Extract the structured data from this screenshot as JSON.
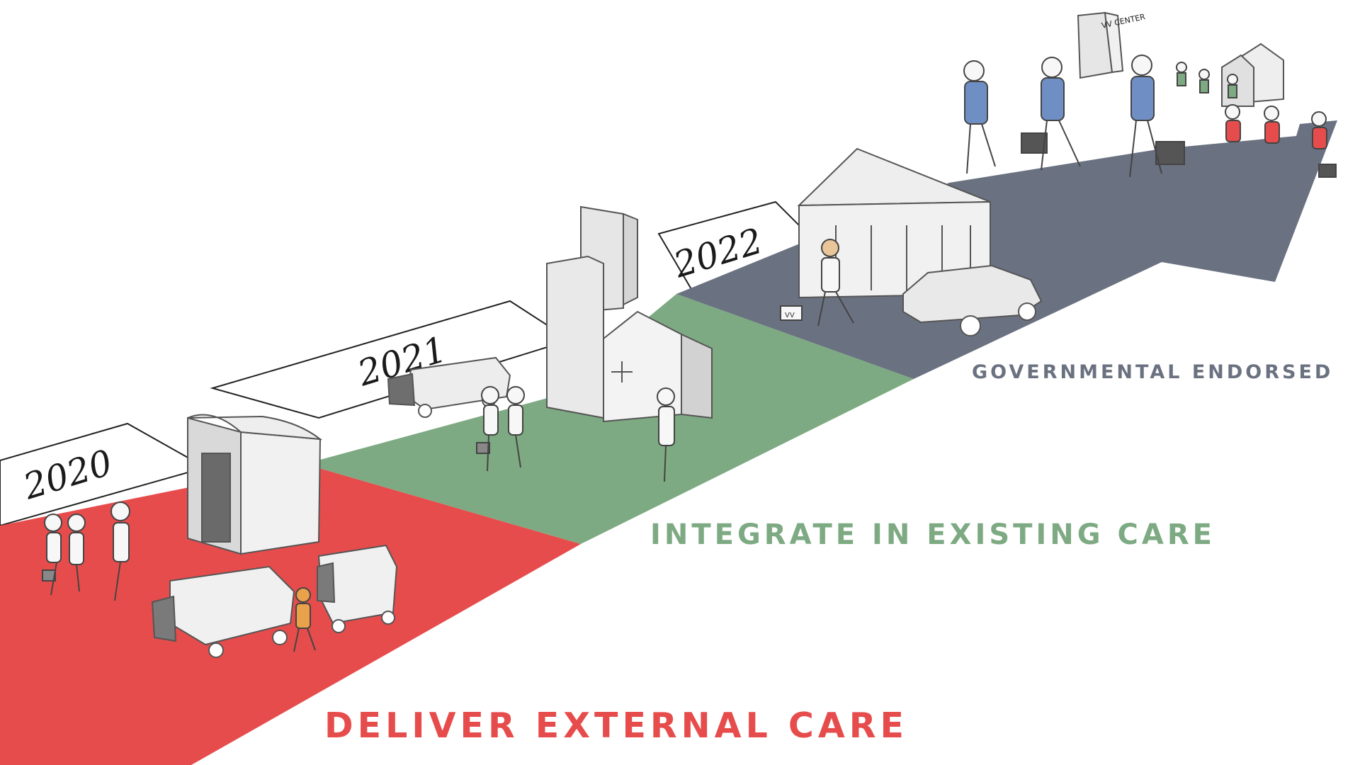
{
  "timeline": {
    "years": [
      "2020",
      "2021",
      "2022"
    ]
  },
  "phases": [
    {
      "label": "DELIVER EXTERNAL CARE",
      "color": "#e74c4c"
    },
    {
      "label": "INTEGRATE IN EXISTING CARE",
      "color": "#7daa82"
    },
    {
      "label": "GOVERNMENTAL ENDORSED",
      "color": "#6a7180"
    }
  ],
  "signage": {
    "center_sign": "VV CENTER",
    "bag_label": "VV"
  },
  "colors": {
    "road_red": "#e74c4c",
    "road_green": "#7daa82",
    "road_gray": "#6a7180",
    "building_gray": "#e4e4e4",
    "outline": "#555555",
    "shirt_blue": "#6f8fc4"
  }
}
